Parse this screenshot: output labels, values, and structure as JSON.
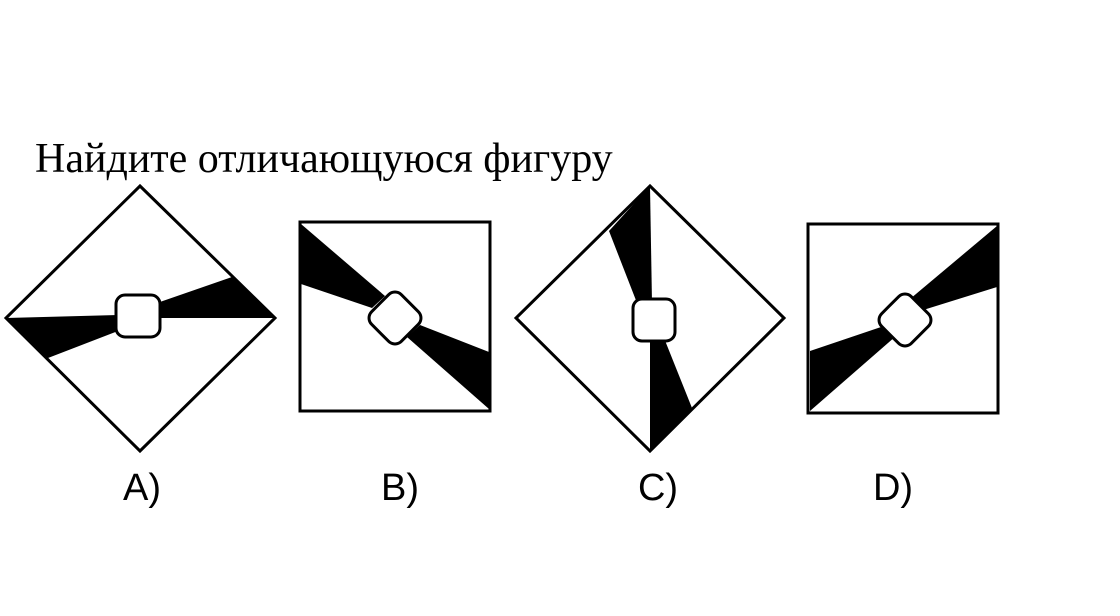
{
  "question": {
    "title": "Найдите отличающуюся фигуру"
  },
  "options": [
    {
      "label": "A)"
    },
    {
      "label": "B)"
    },
    {
      "label": "C)"
    },
    {
      "label": "D)"
    }
  ],
  "colors": {
    "background": "#ffffff",
    "ink": "#000000"
  }
}
